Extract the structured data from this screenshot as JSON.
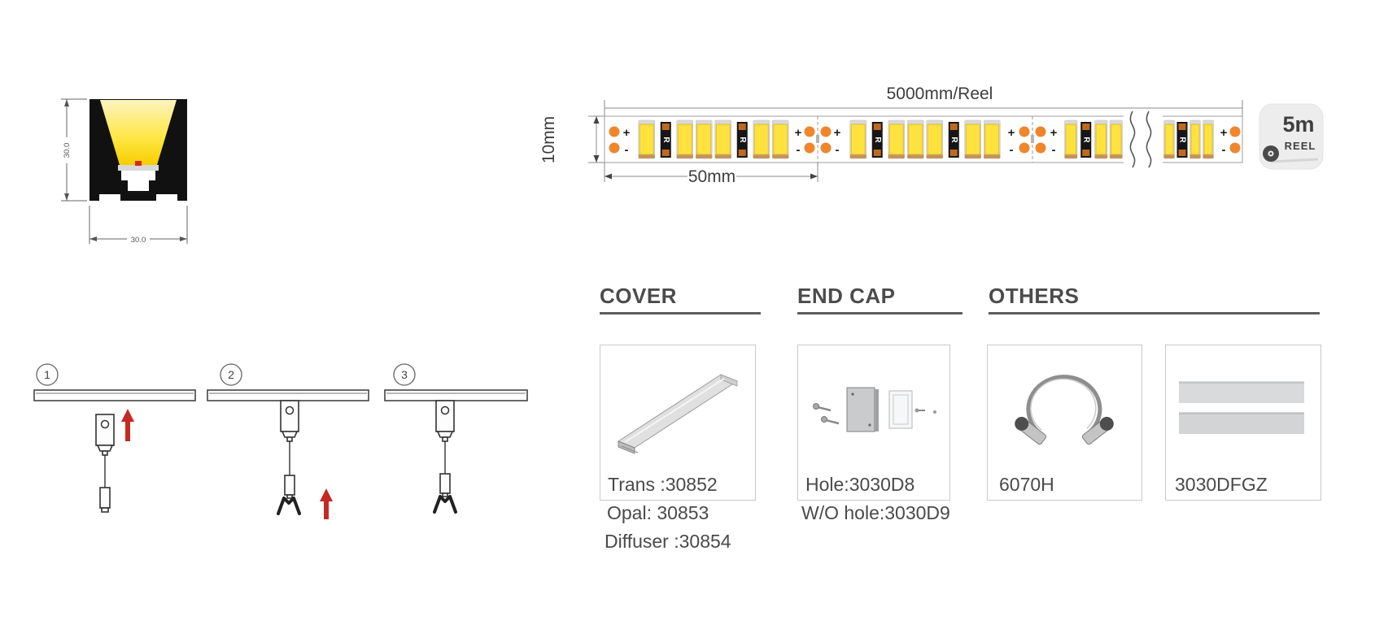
{
  "colors": {
    "pad_orange": "#F0862C",
    "led_yellow": "#FFE23E",
    "led_border": "#DDBA2E",
    "resistor_body": "#161616",
    "resistor_cap": "#C06A20",
    "arrow_red": "#C42A23",
    "text_dark": "#4A4A4A"
  },
  "cross_section": {
    "height_dim": "30.0",
    "width_dim": "30.0"
  },
  "led_strip": {
    "reel_dim": "5000mm/Reel",
    "width_dim": "10mm",
    "cut_dim": "50mm",
    "plus_label": "+",
    "minus_label": "-",
    "resistor_label": "R",
    "badge": {
      "size": "5m",
      "text": "REEL"
    },
    "pattern_full": [
      "led",
      "res",
      "led",
      "led",
      "led",
      "res",
      "led",
      "led"
    ],
    "pattern_half": [
      "led",
      "res",
      "led",
      "led"
    ]
  },
  "install_steps": [
    {
      "number": "1"
    },
    {
      "number": "2"
    },
    {
      "number": "3"
    }
  ],
  "accessories": [
    {
      "title": "COVER",
      "items": [
        {
          "code": "Trans :30852",
          "image": "cover-profile"
        }
      ],
      "notes": [
        "Opal: 30853",
        "Diffuser :30854"
      ]
    },
    {
      "title": "END CAP",
      "items": [
        {
          "code": "Hole:3030D8",
          "image": "end-caps-with-screws"
        }
      ],
      "notes": [
        "W/O hole:3030D9"
      ]
    },
    {
      "title": "OTHERS",
      "items": [
        {
          "code": "6070H",
          "image": "suspension-wire"
        },
        {
          "code": "3030DFGZ",
          "image": "mounting-strips"
        }
      ],
      "notes": []
    }
  ]
}
